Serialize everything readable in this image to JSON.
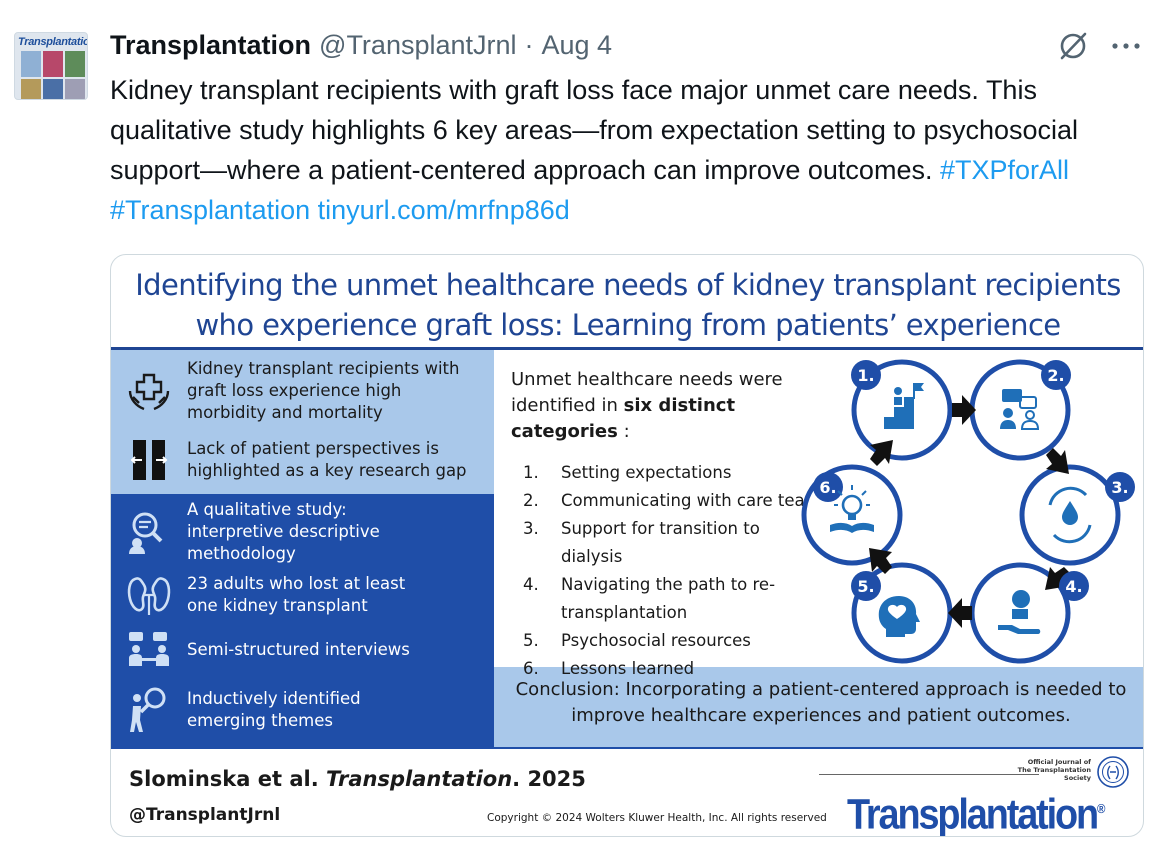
{
  "tweet": {
    "display_name": "Transplantation",
    "handle": "@TransplantJrnl",
    "separator": "·",
    "date": "Aug 4",
    "avatar_label": "Transplantation",
    "text": "Kidney transplant recipients with graft loss face major unmet care needs. This qualitative study highlights 6 key areas—from expectation setting to psychosocial support—where a patient-centered approach can improve outcomes.",
    "hashtag1": "#TXPforAll",
    "hashtag2": "#Transplantation",
    "link": "tinyurl.com/mrfnp86d"
  },
  "icons": {
    "grok": "grok-icon",
    "more": "more-icon"
  },
  "infographic": {
    "title_line1": "Identifying the unmet healthcare needs of kidney transplant recipients",
    "title_line2": "who experience graft loss: Learning from patients’ experience",
    "left_rows": [
      {
        "icon": "hands-medical-icon",
        "text": "Kidney transplant recipients with graft loss experience high morbidity and mortality"
      },
      {
        "icon": "gap-icon",
        "text": "Lack of patient perspectives is highlighted as a key research gap"
      },
      {
        "icon": "study-icon",
        "text": "A qualitative study: interpretive descriptive methodology"
      },
      {
        "icon": "kidneys-icon",
        "text": "23 adults who lost at least one kidney transplant"
      },
      {
        "icon": "interview-icon",
        "text": "Semi-structured interviews"
      },
      {
        "icon": "search-person-icon",
        "text": "Inductively identified emerging themes"
      }
    ],
    "intro_before": "Unmet healthcare needs were identified in ",
    "intro_bold": "six distinct categories",
    "intro_after": " :",
    "needs": [
      {
        "num": "1.",
        "text": "Setting expectations"
      },
      {
        "num": "2.",
        "text": "Communicating with care team"
      },
      {
        "num": "3.",
        "text": "Support for transition to dialysis"
      },
      {
        "num": "4.",
        "text": "Navigating the path to re-transplantation"
      },
      {
        "num": "5.",
        "text": "Psychosocial resources"
      },
      {
        "num": "6.",
        "text": "Lessons learned"
      }
    ],
    "cycle_numbers": [
      "1.",
      "2.",
      "3.",
      "4.",
      "5.",
      "6."
    ],
    "conclusion_label": "Conclusion:",
    "conclusion_text": " Incorporating a patient-centered approach is needed to improve healthcare experiences and patient outcomes.",
    "citation_authors": "Slominska et al. ",
    "citation_journal": "Transplantation",
    "citation_year": ". 2025",
    "handle": "@TransplantJrnl",
    "copyright": "Copyright © 2024  Wolters Kluwer Health, Inc. All rights reserved",
    "official_line1": "Official Journal of",
    "official_line2": "The Transplantation Society",
    "journal_logo": "Transplantation",
    "registered": "®"
  },
  "colors": {
    "brand_blue": "#1f4ea8",
    "title_blue": "#1f4593",
    "light_blue": "#a9c8ea",
    "link_blue": "#1d9bf0"
  }
}
